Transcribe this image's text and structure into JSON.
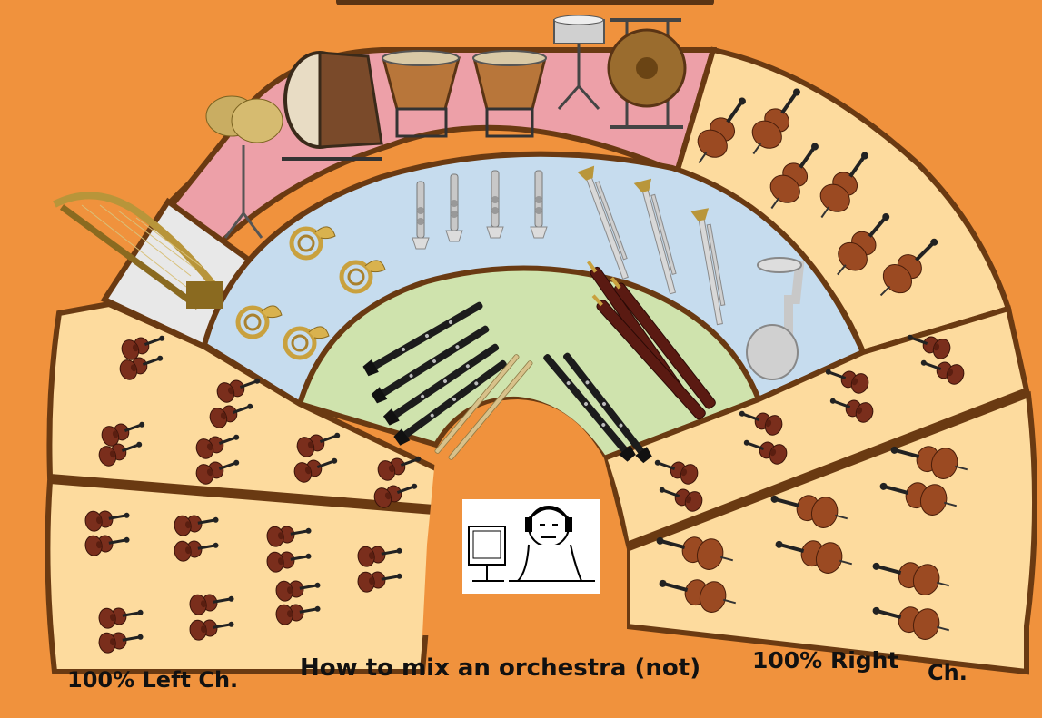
{
  "title": "How to mix an orchestra (not)",
  "left_label": "100% Left Ch.",
  "right_label": "100% Right",
  "right_label_suffix": "Ch.",
  "colors": {
    "background": "#f0923d",
    "percussion": "#eda0a8",
    "brass": "#c6dcee",
    "woodwinds": "#cfe3ad",
    "strings": "#fddb9e",
    "harp": "#e8e8e8",
    "divider": "#6a3a12"
  },
  "sections": [
    {
      "id": "percussion",
      "icons": [
        "cymbals-icon",
        "bass-drum-icon",
        "timpani-icon",
        "snare-drum-icon",
        "gong-icon"
      ]
    },
    {
      "id": "harp",
      "icons": [
        "harp-icon"
      ]
    },
    {
      "id": "brass",
      "icons": [
        "french-horn-icon",
        "trumpet-icon",
        "trombone-icon",
        "tuba-icon"
      ]
    },
    {
      "id": "woodwinds",
      "icons": [
        "flute-icon",
        "clarinet-icon",
        "oboe-icon",
        "bassoon-icon"
      ]
    },
    {
      "id": "first-violins",
      "icons": [
        "violin-icon"
      ]
    },
    {
      "id": "second-violins",
      "icons": [
        "violin-icon"
      ]
    },
    {
      "id": "violas",
      "icons": [
        "viola-icon"
      ]
    },
    {
      "id": "cellos",
      "icons": [
        "cello-icon"
      ]
    },
    {
      "id": "double-basses",
      "icons": [
        "double-bass-icon"
      ]
    }
  ],
  "listener": {
    "icon": "listener-with-headphones-icon"
  }
}
